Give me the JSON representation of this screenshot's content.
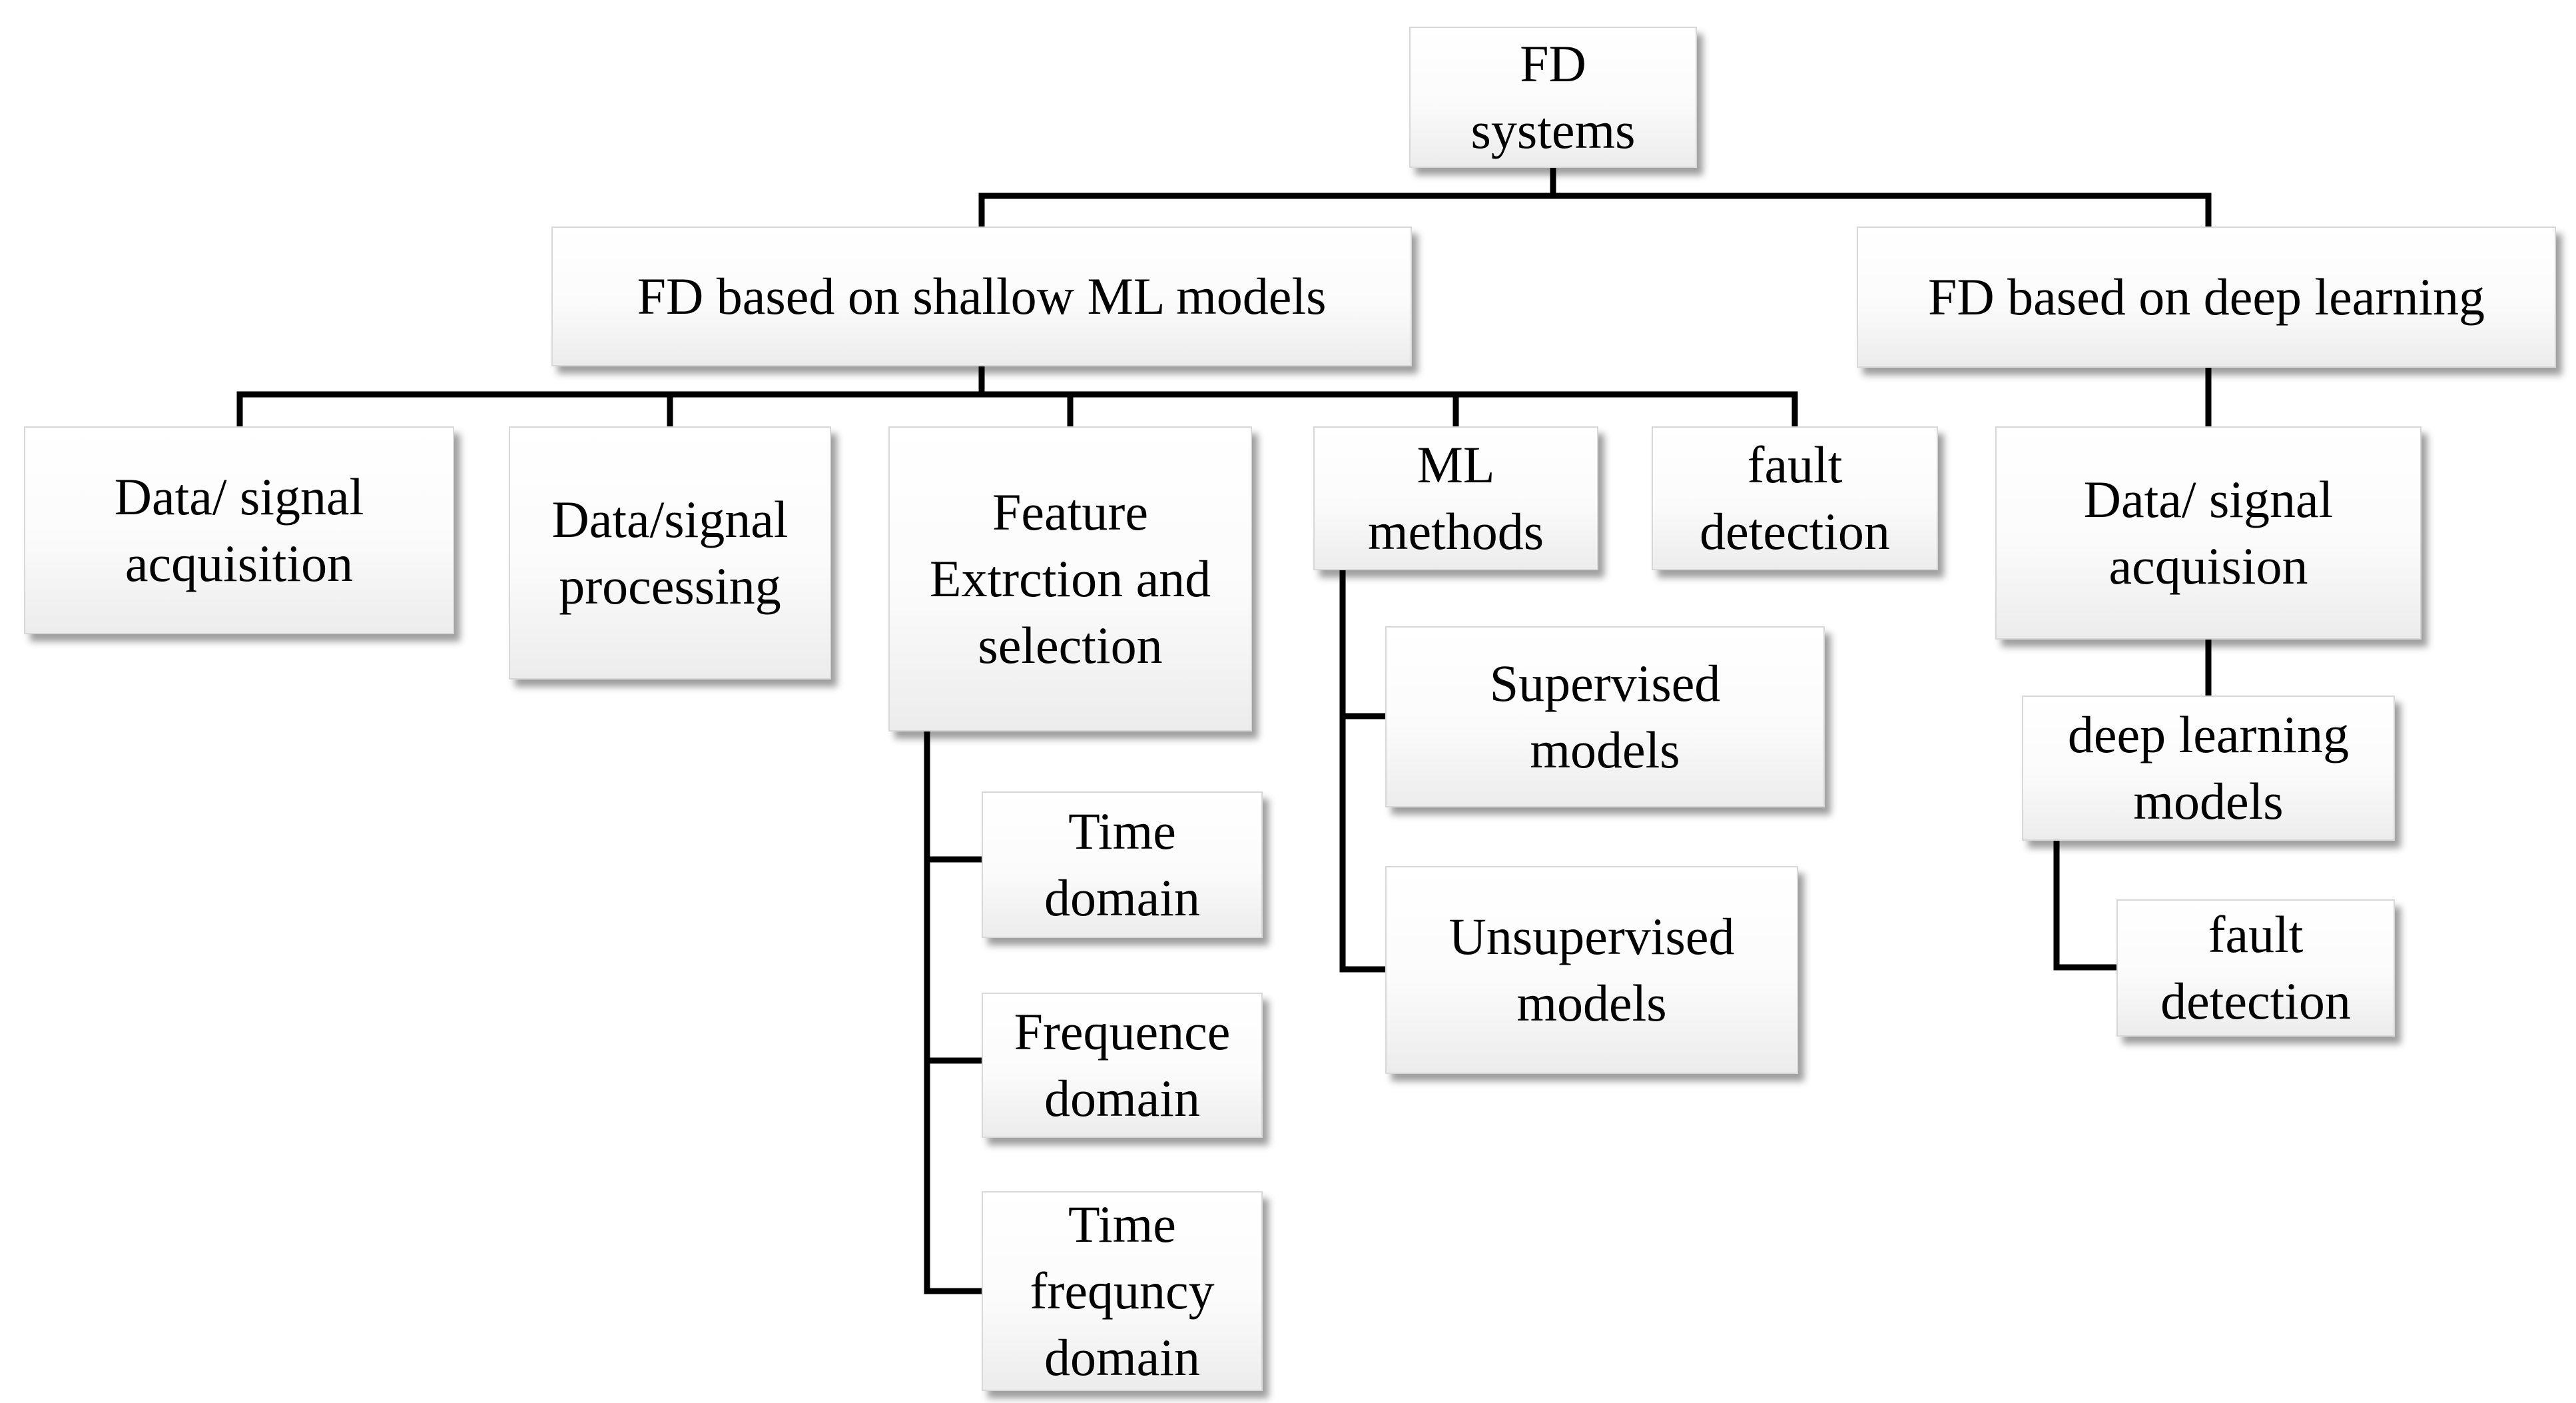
{
  "nodes": {
    "root": "FD\nsystems",
    "shallow": "FD based on shallow ML models",
    "deep": "FD based on deep learning",
    "data_acquisition": "Data/ signal\nacquisition",
    "data_processing": "Data/signal\nprocessing",
    "feature": "Feature\nExtrction and\nselection",
    "ml_methods": "ML\nmethods",
    "fault_detection_shallow": "fault\ndetection",
    "supervised": "Supervised\nmodels",
    "unsupervised": "Unsupervised\nmodels",
    "time_domain": "Time\ndomain",
    "frequence_domain": "Frequence\ndomain",
    "time_frequency_domain": "Time\nfrequncy\ndomain",
    "deep_acquisition": "Data/ signal\nacquision",
    "deep_models": "deep learning\nmodels",
    "fault_detection_deep": "fault\ndetection"
  }
}
